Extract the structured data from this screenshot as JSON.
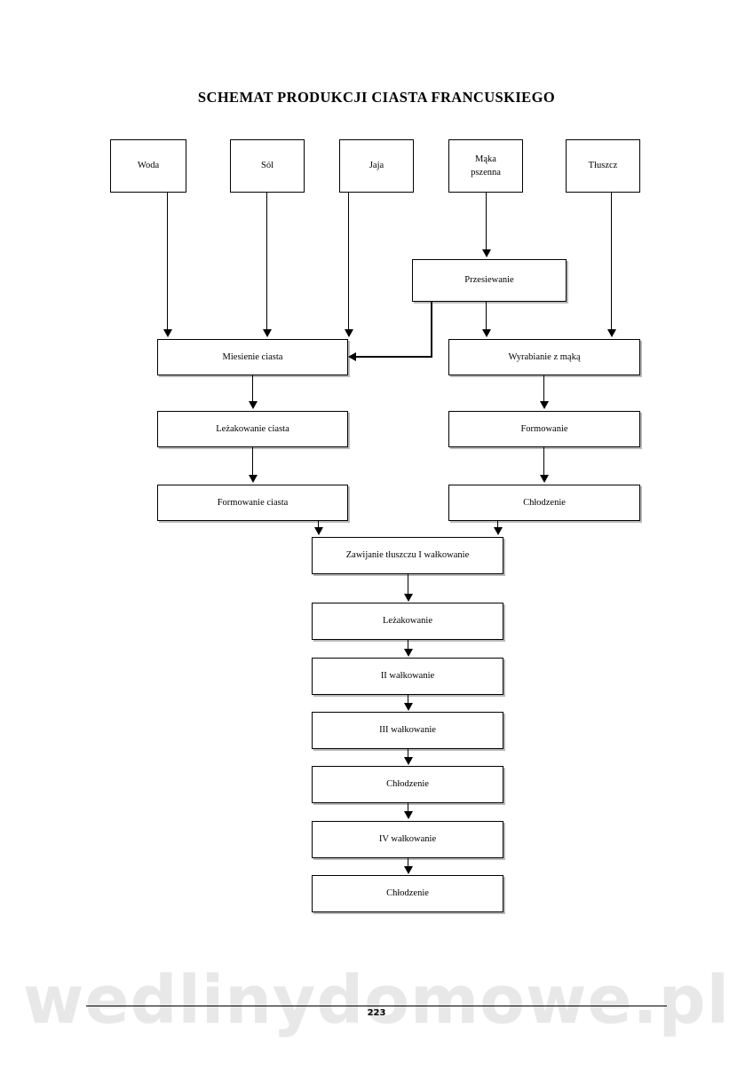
{
  "document": {
    "title": "SCHEMAT PRODUKCJI CIASTA FRANCUSKIEGO",
    "page_number": "223",
    "watermark": "wedlinydomowe.pl"
  },
  "chart_data": {
    "type": "diagram",
    "title": "SCHEMAT PRODUKCJI CIASTA FRANCUSKIEGO",
    "nodes": [
      {
        "id": "woda",
        "label": "Woda",
        "row": "ingredients"
      },
      {
        "id": "sol",
        "label": "Sól",
        "row": "ingredients"
      },
      {
        "id": "jaja",
        "label": "Jaja",
        "row": "ingredients"
      },
      {
        "id": "maka",
        "label": "Mąka\npszenna",
        "row": "ingredients"
      },
      {
        "id": "tluszcz",
        "label": "Tłuszcz",
        "row": "ingredients"
      },
      {
        "id": "przesiewanie",
        "label": "Przesiewanie",
        "row": "prep"
      },
      {
        "id": "miesienie",
        "label": "Miesienie ciasta",
        "row": "left-branch"
      },
      {
        "id": "wyrabianie",
        "label": "Wyrabianie z mąką",
        "row": "right-branch"
      },
      {
        "id": "lezakowanie_ciasta",
        "label": "Leżakowanie ciasta",
        "row": "left-branch"
      },
      {
        "id": "formowanie",
        "label": "Formowanie",
        "row": "right-branch"
      },
      {
        "id": "formowanie_ciasta",
        "label": "Formowanie ciasta",
        "row": "left-branch"
      },
      {
        "id": "chlodzenie_1",
        "label": "Chłodzenie",
        "row": "right-branch"
      },
      {
        "id": "zawijanie",
        "label": "Zawijanie tłuszczu I wałkowanie",
        "row": "merged"
      },
      {
        "id": "lezakowanie",
        "label": "Leżakowanie",
        "row": "merged"
      },
      {
        "id": "walkowanie_2",
        "label": "II wałkowanie",
        "row": "merged"
      },
      {
        "id": "walkowanie_3",
        "label": "III wałkowanie",
        "row": "merged"
      },
      {
        "id": "chlodzenie_2",
        "label": "Chłodzenie",
        "row": "merged"
      },
      {
        "id": "walkowanie_4",
        "label": "IV wałkowanie",
        "row": "merged"
      },
      {
        "id": "chlodzenie_3",
        "label": "Chłodzenie",
        "row": "merged"
      }
    ],
    "edges": [
      {
        "from": "woda",
        "to": "miesienie"
      },
      {
        "from": "sol",
        "to": "miesienie"
      },
      {
        "from": "jaja",
        "to": "miesienie"
      },
      {
        "from": "maka",
        "to": "przesiewanie"
      },
      {
        "from": "przesiewanie",
        "to": "miesienie"
      },
      {
        "from": "przesiewanie",
        "to": "wyrabianie"
      },
      {
        "from": "tluszcz",
        "to": "wyrabianie"
      },
      {
        "from": "miesienie",
        "to": "lezakowanie_ciasta"
      },
      {
        "from": "lezakowanie_ciasta",
        "to": "formowanie_ciasta"
      },
      {
        "from": "formowanie_ciasta",
        "to": "zawijanie"
      },
      {
        "from": "wyrabianie",
        "to": "formowanie"
      },
      {
        "from": "formowanie",
        "to": "chlodzenie_1"
      },
      {
        "from": "chlodzenie_1",
        "to": "zawijanie"
      },
      {
        "from": "zawijanie",
        "to": "lezakowanie"
      },
      {
        "from": "lezakowanie",
        "to": "walkowanie_2"
      },
      {
        "from": "walkowanie_2",
        "to": "walkowanie_3"
      },
      {
        "from": "walkowanie_3",
        "to": "chlodzenie_2"
      },
      {
        "from": "chlodzenie_2",
        "to": "walkowanie_4"
      },
      {
        "from": "walkowanie_4",
        "to": "chlodzenie_3"
      }
    ],
    "colors": {
      "line": "#000000",
      "box_fill": "#ffffff",
      "box_border": "#000000",
      "shadow": "#b9b9b9"
    }
  }
}
